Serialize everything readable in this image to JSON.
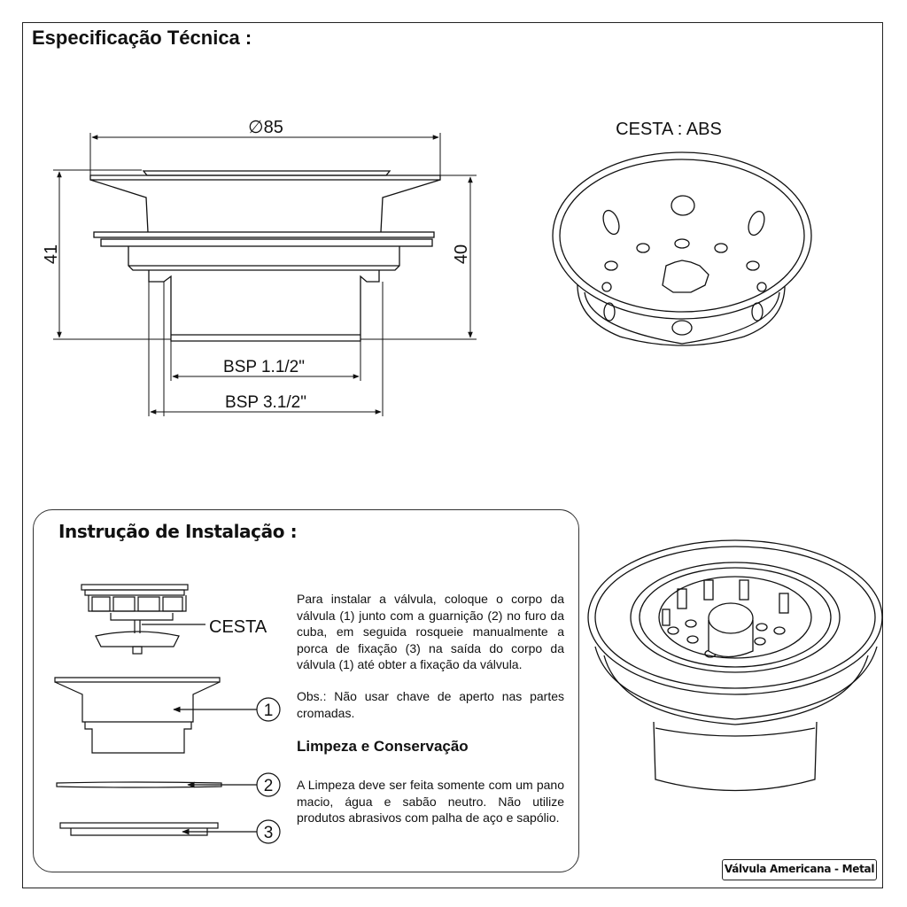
{
  "spec": {
    "title": "Especificação Técnica :"
  },
  "drawing": {
    "diameter_label": "∅85",
    "height_left_label": "41",
    "height_right_label": "40",
    "thread_inner_label": "BSP 1.1/2\"",
    "thread_outer_label": "BSP 3.1/2\"",
    "basket_label": "CESTA : ABS"
  },
  "install": {
    "title": "Instrução de Instalação :",
    "basket_callout": "CESTA",
    "part_numbers": [
      "1",
      "2",
      "3"
    ],
    "paragraph1": "Para instalar a válvula, coloque o corpo da válvula (1) junto com a guarnição (2) no furo da cuba, em seguida rosqueie manualmente a porca de fixação (3) na saída do corpo da válvula (1) até obter a fixação da válvula.",
    "paragraph2": "Obs.: Não usar chave de aperto nas partes cromadas.",
    "cleaning_title": "Limpeza e Conservação",
    "paragraph3": "A Limpeza deve ser feita somente com um pano macio, água e sabão neutro. Não utilize produtos abrasivos com palha de aço e sapólio."
  },
  "footer": {
    "product_name": "Válvula Americana - Metal"
  },
  "colors": {
    "line": "#111111",
    "background": "#ffffff"
  }
}
